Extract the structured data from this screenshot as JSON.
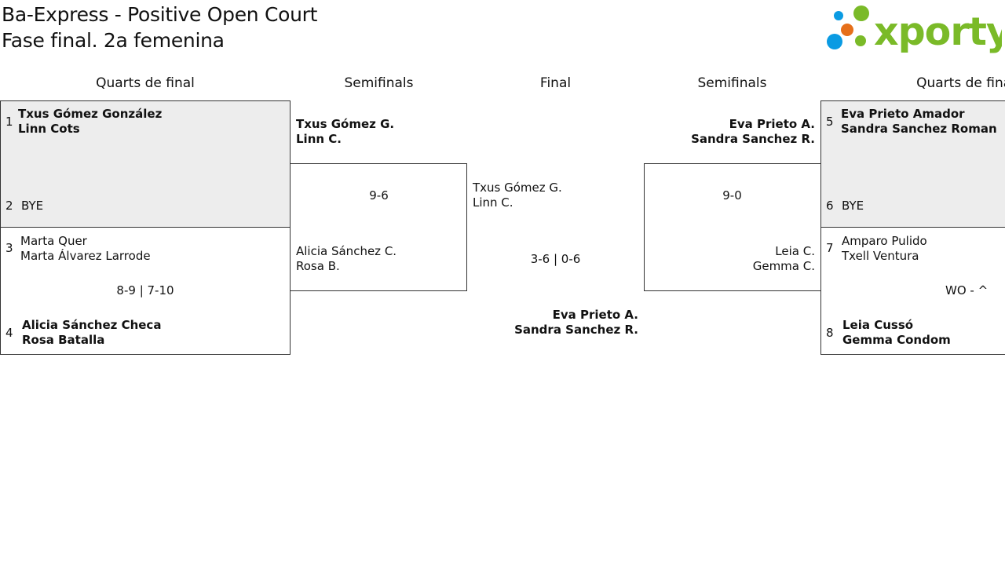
{
  "title": {
    "line1": "Ba-Express - Positive Open Court",
    "line2": "Fase final. 2a femenina"
  },
  "logo": {
    "text": "xporty",
    "dot_colors": [
      "#0a9be3",
      "#7aba28",
      "#e66f1a",
      "#0a9be3",
      "#7aba28"
    ],
    "brand_color": "#7aba28"
  },
  "headers": {
    "qf_left": "Quarts de final",
    "sf_left": "Semifinals",
    "final": "Final",
    "sf_right": "Semifinals",
    "qf_right": "Quarts de final"
  },
  "qf_left": {
    "m1": {
      "seed_a": "1",
      "a1": "Txus Gómez González",
      "a2": "Linn Cots",
      "seed_b": "2",
      "b1": "BYE"
    },
    "m2": {
      "seed_a": "3",
      "a1": "Marta Quer",
      "a2": "Marta Álvarez Larrode",
      "score": "8-9 | 7-10",
      "seed_b": "4",
      "b1": "Alicia Sánchez Checa",
      "b2": "Rosa Batalla"
    }
  },
  "sf_left": {
    "top1": "Txus Gómez G.",
    "top2": "Linn C.",
    "score": "9-6",
    "bot1": "Alicia Sánchez C.",
    "bot2": "Rosa B."
  },
  "final": {
    "top1": "Txus Gómez G.",
    "top2": "Linn C.",
    "score": "3-6 | 0-6",
    "bot1": "Eva Prieto A.",
    "bot2": "Sandra Sanchez R."
  },
  "sf_right": {
    "top1": "Eva Prieto A.",
    "top2": "Sandra Sanchez R.",
    "score": "9-0",
    "bot1": "Leia C.",
    "bot2": "Gemma C."
  },
  "qf_right": {
    "m1": {
      "seed_a": "5",
      "a1": "Eva Prieto Amador",
      "a2": "Sandra Sanchez Roman",
      "seed_b": "6",
      "b1": "BYE"
    },
    "m2": {
      "seed_a": "7",
      "a1": "Amparo Pulido",
      "a2": "Txell Ventura",
      "score": "WO - ^",
      "seed_b": "8",
      "b1": "Leia Cussó",
      "b2": "Gemma Condom"
    }
  }
}
